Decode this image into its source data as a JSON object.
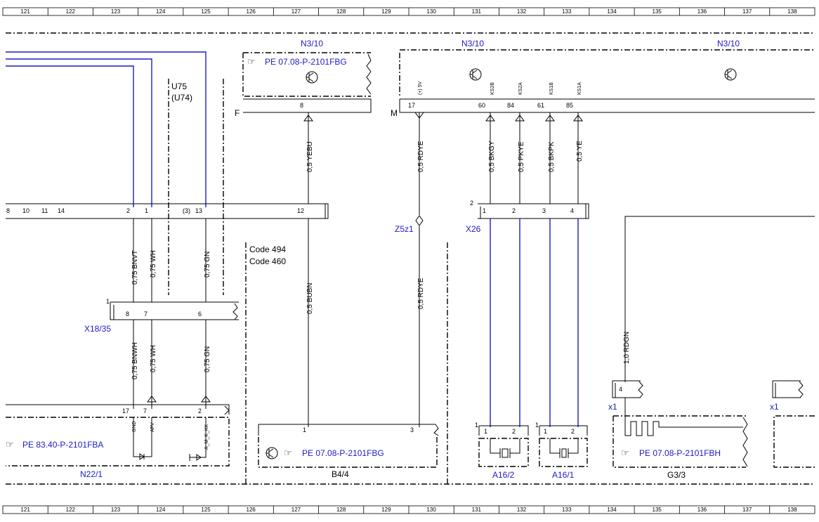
{
  "ruler": [
    "121",
    "122",
    "123",
    "124",
    "125",
    "126",
    "127",
    "128",
    "129",
    "130",
    "131",
    "132",
    "133",
    "134",
    "135",
    "136",
    "137",
    "138"
  ],
  "components": {
    "n3_10_a": "N3/10",
    "n3_10_b": "N3/10",
    "n3_10_c": "N3/10",
    "ref_fbg_top": "PE 07.08-P-2101FBG",
    "ref_fba": "PE 83.40-P-2101FBA",
    "ref_fbg_b44": "PE 07.08-P-2101FBG",
    "ref_fbh": "PE 07.08-P-2101FBH",
    "u75": "U75",
    "u74": "(U74)",
    "code494": "Code 494",
    "code460": "Code 460",
    "z5z1": "Z5z1",
    "x26": "X26",
    "x18_35": "X18/35",
    "n22_1": "N22/1",
    "b4_4": "B4/4",
    "a16_2": "A16/2",
    "a16_1": "A16/1",
    "g3_3": "G3/3",
    "x1_a": "x1",
    "x1_b": "x1",
    "f": "F",
    "m": "M"
  },
  "wires": {
    "w1": "0,75 BNVT",
    "w2": "0,75 WH",
    "w3": "0,75 GN",
    "w4": "0,75 BNWH",
    "w5": "0,75 WH",
    "w6": "0,75 GN",
    "w7": "0,5 YEBU",
    "w8": "0,5 BUBN",
    "w9": "0,5 RDYE",
    "w10": "0,5 RDYE",
    "w11": "0,5 BKGY",
    "w12": "0,5 PKYE",
    "w13": "0,5 BKPK",
    "w14": "0,5 YE",
    "w15": "1,0 RDGN"
  },
  "pins": {
    "p8a": "8",
    "p17": "17",
    "p60": "60",
    "p84": "84",
    "p61": "61",
    "p85": "85",
    "c8": "8",
    "c10": "10",
    "c11": "11",
    "c14": "14",
    "c2": "2",
    "c1": "1",
    "c3": "(3)",
    "c13": "13",
    "c12": "12",
    "x26_2": "2",
    "x26_1": "1",
    "x26_b2": "2",
    "x26_3": "3",
    "x26_4": "4",
    "x18_1": "1",
    "x18_8": "8",
    "x18_7": "7",
    "x18_6": "6",
    "n22_17": "17",
    "n22_7": "7",
    "n22_2": "2",
    "b44_1": "1",
    "b44_3": "3",
    "a162_1": "1",
    "a162_p1": "1",
    "a162_p2": "2",
    "a161_1": "1",
    "a161_p1": "1",
    "a161_p2": "2",
    "x1_4": "4"
  },
  "signals": {
    "v5": "(+) 5V",
    "ks2b": "KS2B",
    "ks2a": "KS2A",
    "ks1b": "KS1B",
    "ks1a": "KS1A",
    "gnd": "GND",
    "afv": "AFV",
    "aminkk": "A_M_K_KK"
  }
}
